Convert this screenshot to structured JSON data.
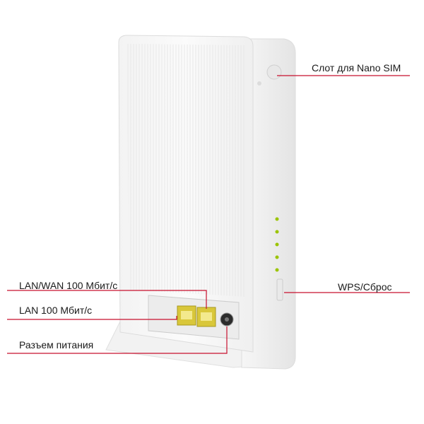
{
  "callouts": {
    "nano_sim": "Слот для Nano SIM",
    "wps_reset": "WPS/Сброс",
    "lan_wan": "LAN/WAN 100 Мбит/с",
    "lan": "LAN 100 Мбит/с",
    "power": "Разъем питания"
  },
  "colors": {
    "line": "#c8102e",
    "led": "#9bc400",
    "port": "#d9c73a"
  },
  "device_led_count": 5
}
